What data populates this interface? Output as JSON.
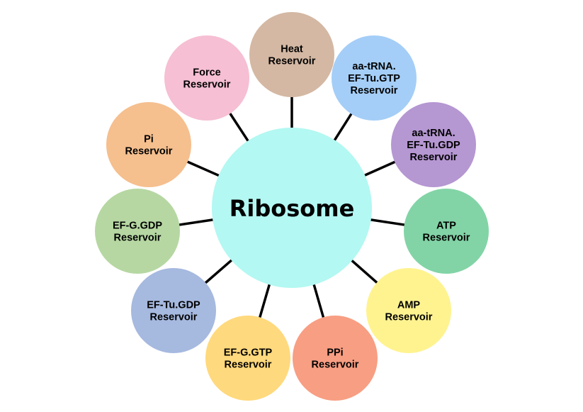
{
  "hub": {
    "label": "Ribosome",
    "color": "#b3f8f2"
  },
  "nodes": [
    {
      "id": "heat",
      "lines": [
        "Heat",
        "Reservoir"
      ],
      "color": "#d4b8a3"
    },
    {
      "id": "aa-trna-ef-tu-gtp",
      "lines": [
        "aa-tRNA.",
        "EF-Tu.GTP",
        "Reservoir"
      ],
      "color": "#a4cef7"
    },
    {
      "id": "aa-trna-ef-tu-gdp",
      "lines": [
        "aa-tRNA.",
        "EF-Tu.GDP",
        "Reservoir"
      ],
      "color": "#b597d2"
    },
    {
      "id": "atp",
      "lines": [
        "ATP",
        "Reservoir"
      ],
      "color": "#82d4a6"
    },
    {
      "id": "amp",
      "lines": [
        "AMP",
        "Reservoir"
      ],
      "color": "#fff390"
    },
    {
      "id": "ppi",
      "lines": [
        "PPi",
        "Reservoir"
      ],
      "color": "#f89e83"
    },
    {
      "id": "ef-g-gtp",
      "lines": [
        "EF-G.GTP",
        "Reservoir"
      ],
      "color": "#ffd97d"
    },
    {
      "id": "ef-tu-gdp",
      "lines": [
        "EF-Tu.GDP",
        "Reservoir"
      ],
      "color": "#a6b9df"
    },
    {
      "id": "ef-g-gdp",
      "lines": [
        "EF-G.GDP",
        "Reservoir"
      ],
      "color": "#b6d7a2"
    },
    {
      "id": "pi",
      "lines": [
        "Pi",
        "Reservoir"
      ],
      "color": "#f5bf8e"
    },
    {
      "id": "force",
      "lines": [
        "Force",
        "Reservoir"
      ],
      "color": "#f6bfd3"
    }
  ],
  "connector_color": "#000000"
}
